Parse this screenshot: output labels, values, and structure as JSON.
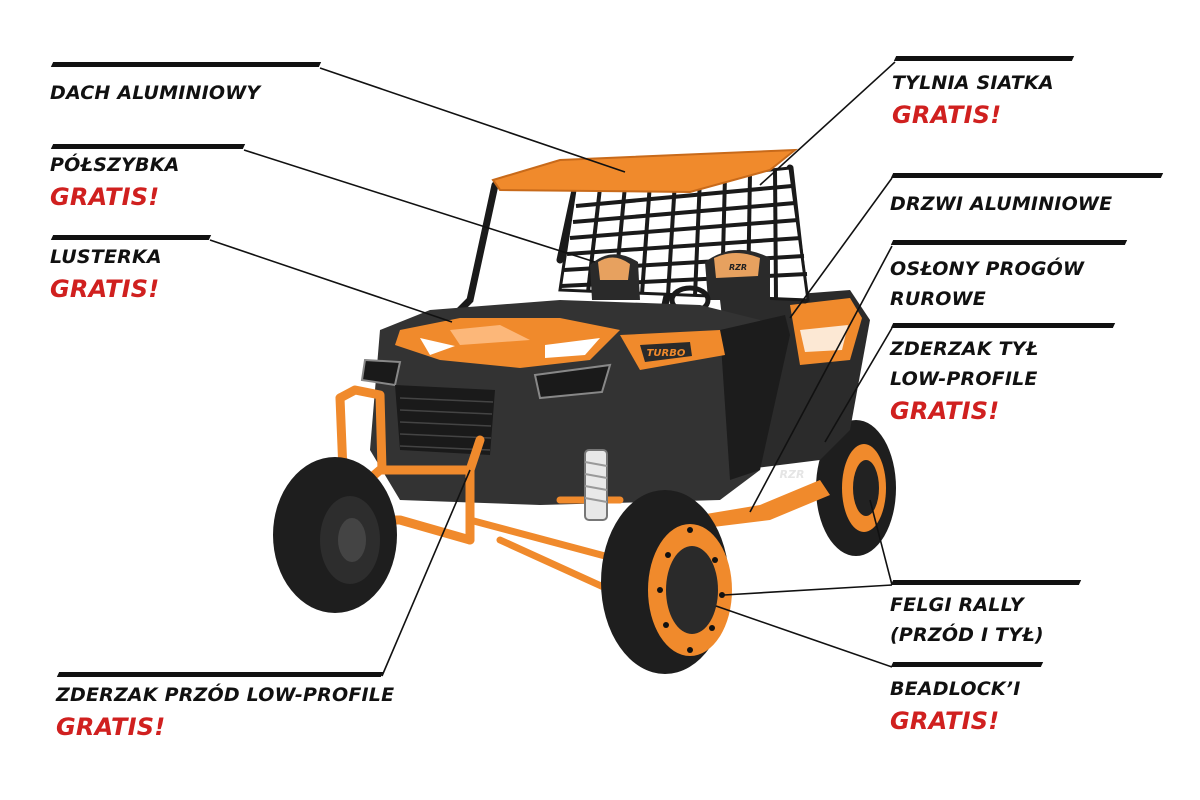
{
  "colors": {
    "label_text": "#111111",
    "gratis": "#d0201f",
    "vehicle_orange": "#f08a2c",
    "vehicle_dark": "#2a2a2a"
  },
  "callouts": {
    "roof": {
      "label": "DACH ALUMINIOWY"
    },
    "half_windshield": {
      "label": "PÓŁSZYBKA",
      "promo": "GRATIS!"
    },
    "mirrors": {
      "label": "LUSTERKA",
      "promo": "GRATIS!"
    },
    "front_bumper": {
      "label": "ZDERZAK PRZÓD LOW-PROFILE",
      "promo": "GRATIS!"
    },
    "rear_net": {
      "label": "TYLNIA SIATKA",
      "promo": "GRATIS!"
    },
    "doors": {
      "label": "DRZWI ALUMINIOWE"
    },
    "rock_sliders": {
      "line1": "OSŁONY PROGÓW",
      "line2": "RUROWE"
    },
    "rear_bumper": {
      "line1": "ZDERZAK TYŁ",
      "line2": "LOW-PROFILE",
      "promo": "GRATIS!"
    },
    "rally_rims": {
      "line1": "FELGI RALLY",
      "line2": "(PRZÓD I TYŁ)"
    },
    "beadlocks": {
      "label": "BEADLOCK’I",
      "promo": "GRATIS!"
    }
  },
  "vehicle": {
    "badge": "TURBO",
    "seat_logo": "RZR",
    "side_logo": "RZR"
  }
}
